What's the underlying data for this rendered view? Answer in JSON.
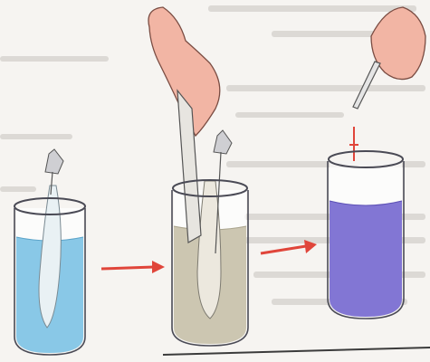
{
  "scene": {
    "steps": [
      "beaker-blue-litmus",
      "beaker-pouring-indicator",
      "beaker-dropper-violet"
    ],
    "colors": {
      "page": "#f6f4f1",
      "blue_liquid": "#7cc2e4",
      "gray_liquid": "#c9c3ad",
      "violet_liquid": "#7b6fd2",
      "arrow": "#e0453a",
      "hand": "#f2b5a4",
      "glass_outline": "#4a4a55",
      "faded_text": "#d8d6d3"
    }
  }
}
